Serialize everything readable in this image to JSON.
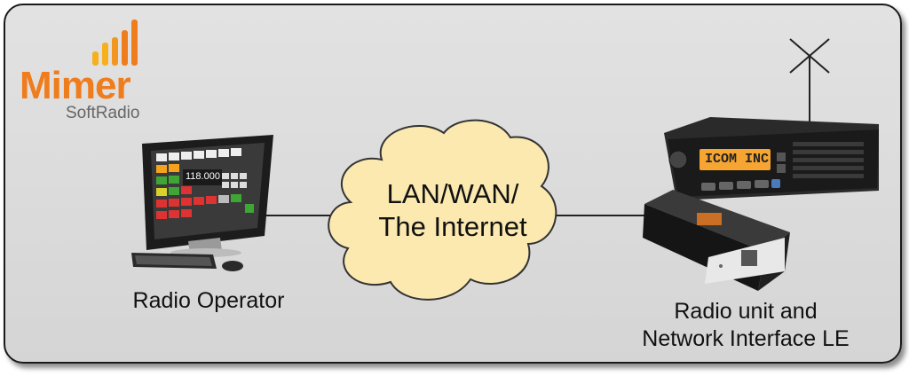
{
  "logo": {
    "name": "Mimer",
    "sub": "SoftRadio",
    "colors": {
      "orange": "#ef7d1e",
      "yellow": "#f6b01e",
      "gray": "#666666"
    }
  },
  "operator": {
    "label": "Radio Operator",
    "screen_frequency": "118.000"
  },
  "network": {
    "line1": "LAN/WAN/",
    "line2": "The Internet"
  },
  "radio": {
    "lcd_text": "ICOM INC",
    "label_line1": "Radio unit and",
    "label_line2": "Network Interface LE"
  },
  "colors": {
    "panel": "#d9d9d9",
    "cloud": "#fbe9b0",
    "cloud_stroke": "#333333",
    "lcd": "#f6a533"
  }
}
